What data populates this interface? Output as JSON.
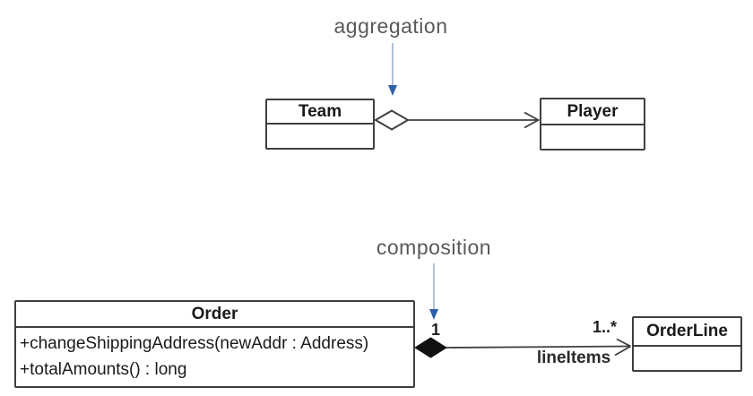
{
  "aggregation_diagram": {
    "annotation": "aggregation",
    "team": {
      "name": "Team"
    },
    "player": {
      "name": "Player"
    },
    "relationship": "aggregation (hollow diamond at Team, open arrow at Player)"
  },
  "composition_diagram": {
    "annotation": "composition",
    "order": {
      "name": "Order",
      "methods": [
        "+changeShippingAddress(newAddr : Address)",
        "+totalAmounts() : long"
      ]
    },
    "order_line": {
      "name": "OrderLine"
    },
    "multiplicity_source": "1",
    "multiplicity_target": "1..*",
    "role_label": "lineItems",
    "relationship": "composition (filled diamond at Order, open arrow at OrderLine)"
  },
  "colors": {
    "background": "#ffffff",
    "box_border": "#3f3f3f",
    "line": "#3f3f3f",
    "class_text": "#1a1a1a",
    "annotation_text": "#595959",
    "arrow_line_blue": "#9db1cd",
    "arrow_head_blue": "#2e5fa8"
  }
}
